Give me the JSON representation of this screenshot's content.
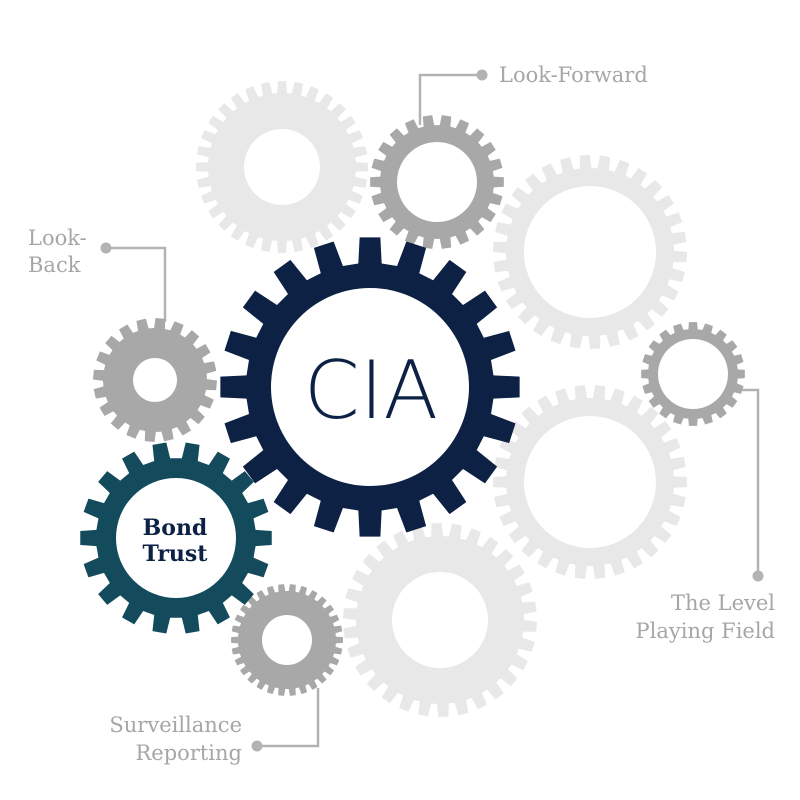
{
  "colors": {
    "primary_gear": "#0c2144",
    "accent_gear": "#134b5d",
    "grey_gear": "#a8a8a8",
    "light_gear": "#e8e8e8",
    "label_text": "#a6a6a6",
    "connector": "#b3b3b3",
    "gear_hole": "#ffffff"
  },
  "center": {
    "label": "CIA"
  },
  "accent": {
    "line1": "Bond",
    "line2": "Trust"
  },
  "labels": {
    "look_forward": "Look-Forward",
    "look_back_1": "Look-",
    "look_back_2": "Back",
    "level_1": "The Level",
    "level_2": "Playing Field",
    "surveillance_1": "Surveillance",
    "surveillance_2": "Reporting"
  },
  "icons": [
    "gear-icon",
    "connector-dot-icon"
  ]
}
